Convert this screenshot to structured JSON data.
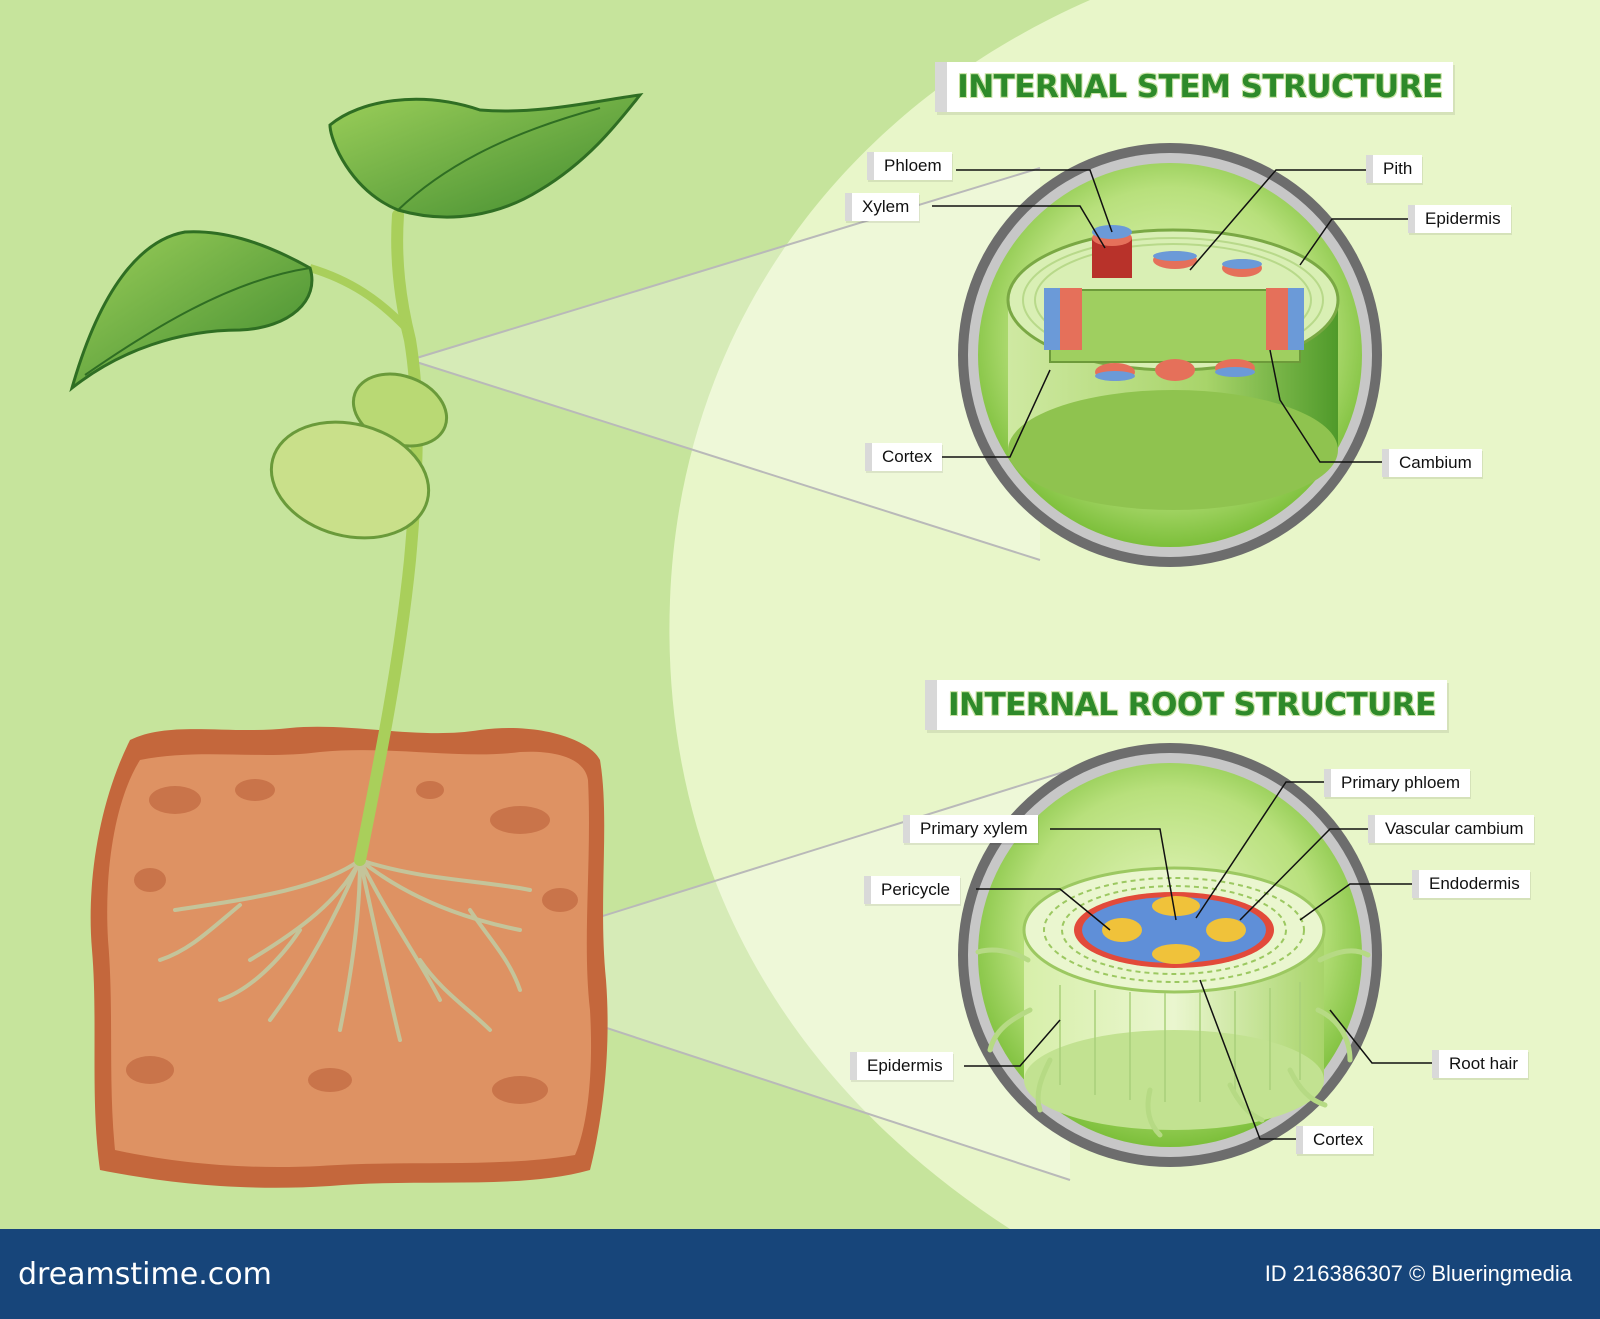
{
  "stem": {
    "title": "INTERNAL STEM STRUCTURE",
    "labels": {
      "phloem": "Phloem",
      "xylem": "Xylem",
      "pith": "Pith",
      "epidermis": "Epidermis",
      "cortex": "Cortex",
      "cambium": "Cambium"
    }
  },
  "root": {
    "title": "INTERNAL ROOT STRUCTURE",
    "labels": {
      "primary_phloem": "Primary phloem",
      "primary_xylem": "Primary xylem",
      "vascular_cambium": "Vascular cambium",
      "pericycle": "Pericycle",
      "endodermis": "Endodermis",
      "epidermis": "Epidermis",
      "root_hair": "Root hair",
      "cortex": "Cortex"
    }
  },
  "footer": {
    "brand": "dreamstime.com",
    "credit": "ID 216386307 © Blueringmedia"
  },
  "colors": {
    "background": "#c6e49c",
    "panel": "#e8f6c9",
    "title_text": "#2e8a2a",
    "footer": "#17457a",
    "soil": "#d9885a",
    "xylem": "#e5705a",
    "phloem": "#6b9ad8"
  }
}
